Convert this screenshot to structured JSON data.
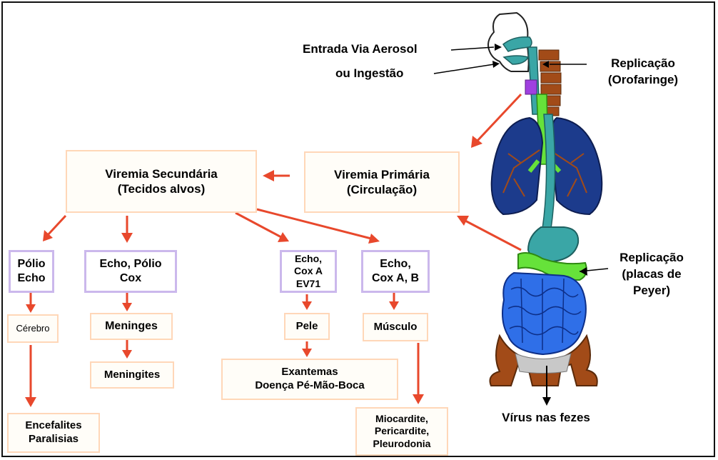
{
  "labels": {
    "entrada": "Entrada Via Aerosol",
    "ingestao": "ou Ingestão",
    "replicacao_orofaringe": "Replicação\n(Orofaringe)",
    "replicacao_peyer": "Replicação\n(placas de\nPeyer)",
    "virus_fezes": "Vírus nas fezes"
  },
  "boxes": {
    "viremia_primaria": "Viremia Primária\n(Circulação)",
    "viremia_secundaria": "Viremia Secundária\n(Tecidos alvos)",
    "polio_echo": "Pólio\nEcho",
    "echo_polio_cox": "Echo, Pólio\nCox",
    "echo_cox_a_ev71": "Echo,\nCox A\nEV71",
    "echo_cox_ab": "Echo,\nCox A, B",
    "cerebro": "Cérebro",
    "meninges": "Meninges",
    "meningites": "Meningites",
    "pele": "Pele",
    "musculo": "Músculo",
    "exantemas": "Exantemas\nDoença Pé-Mão-Boca",
    "encefalites": "Encefalites\nParalisias",
    "miocardite": "Miocardite,\nPericardite,\nPleurodonia"
  },
  "colors": {
    "arrow": "#e8482c",
    "airway": "#3aa6a6",
    "lung": "#1c3b8c",
    "intestine": "#2f6fe8",
    "green": "#66e23a",
    "pelvis": "#a24b18"
  }
}
